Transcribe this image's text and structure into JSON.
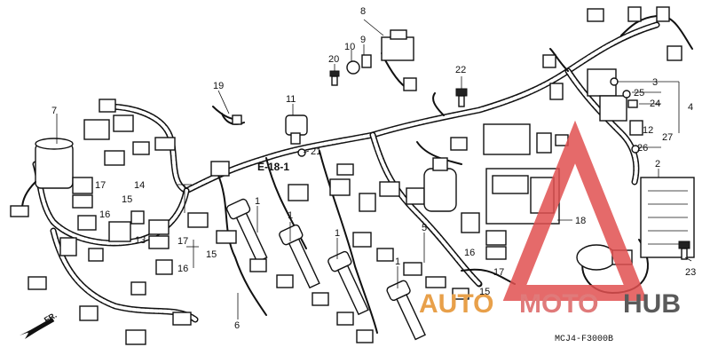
{
  "section_reference": "E-18-1",
  "drawing_code": "MCJ4-F3000B",
  "front_indicator": "FR.",
  "watermark": {
    "part1": "AUTO",
    "part2": "MOTO",
    "part3": "HUB",
    "colors": {
      "auto": "#e8a04a",
      "moto": "#e07a7a",
      "hub": "#5a5a5a",
      "triangle": "#e05050"
    }
  },
  "callouts": {
    "c1a": "1",
    "c1b": "1",
    "c1c": "1",
    "c1d": "1",
    "c2": "2",
    "c3": "3",
    "c4": "4",
    "c5": "5",
    "c6": "6",
    "c7": "7",
    "c8": "8",
    "c9": "9",
    "c10": "10",
    "c11": "11",
    "c12": "12",
    "c13": "13",
    "c14": "14",
    "c15a": "15",
    "c15b": "15",
    "c15c": "15",
    "c16a": "16",
    "c16b": "16",
    "c16c": "16",
    "c17a": "17",
    "c17b": "17",
    "c17c": "17",
    "c18": "18",
    "c19": "19",
    "c20": "20",
    "c21": "21",
    "c22": "22",
    "c23": "23",
    "c24": "24",
    "c25": "25",
    "c26": "26",
    "c27": "27"
  }
}
